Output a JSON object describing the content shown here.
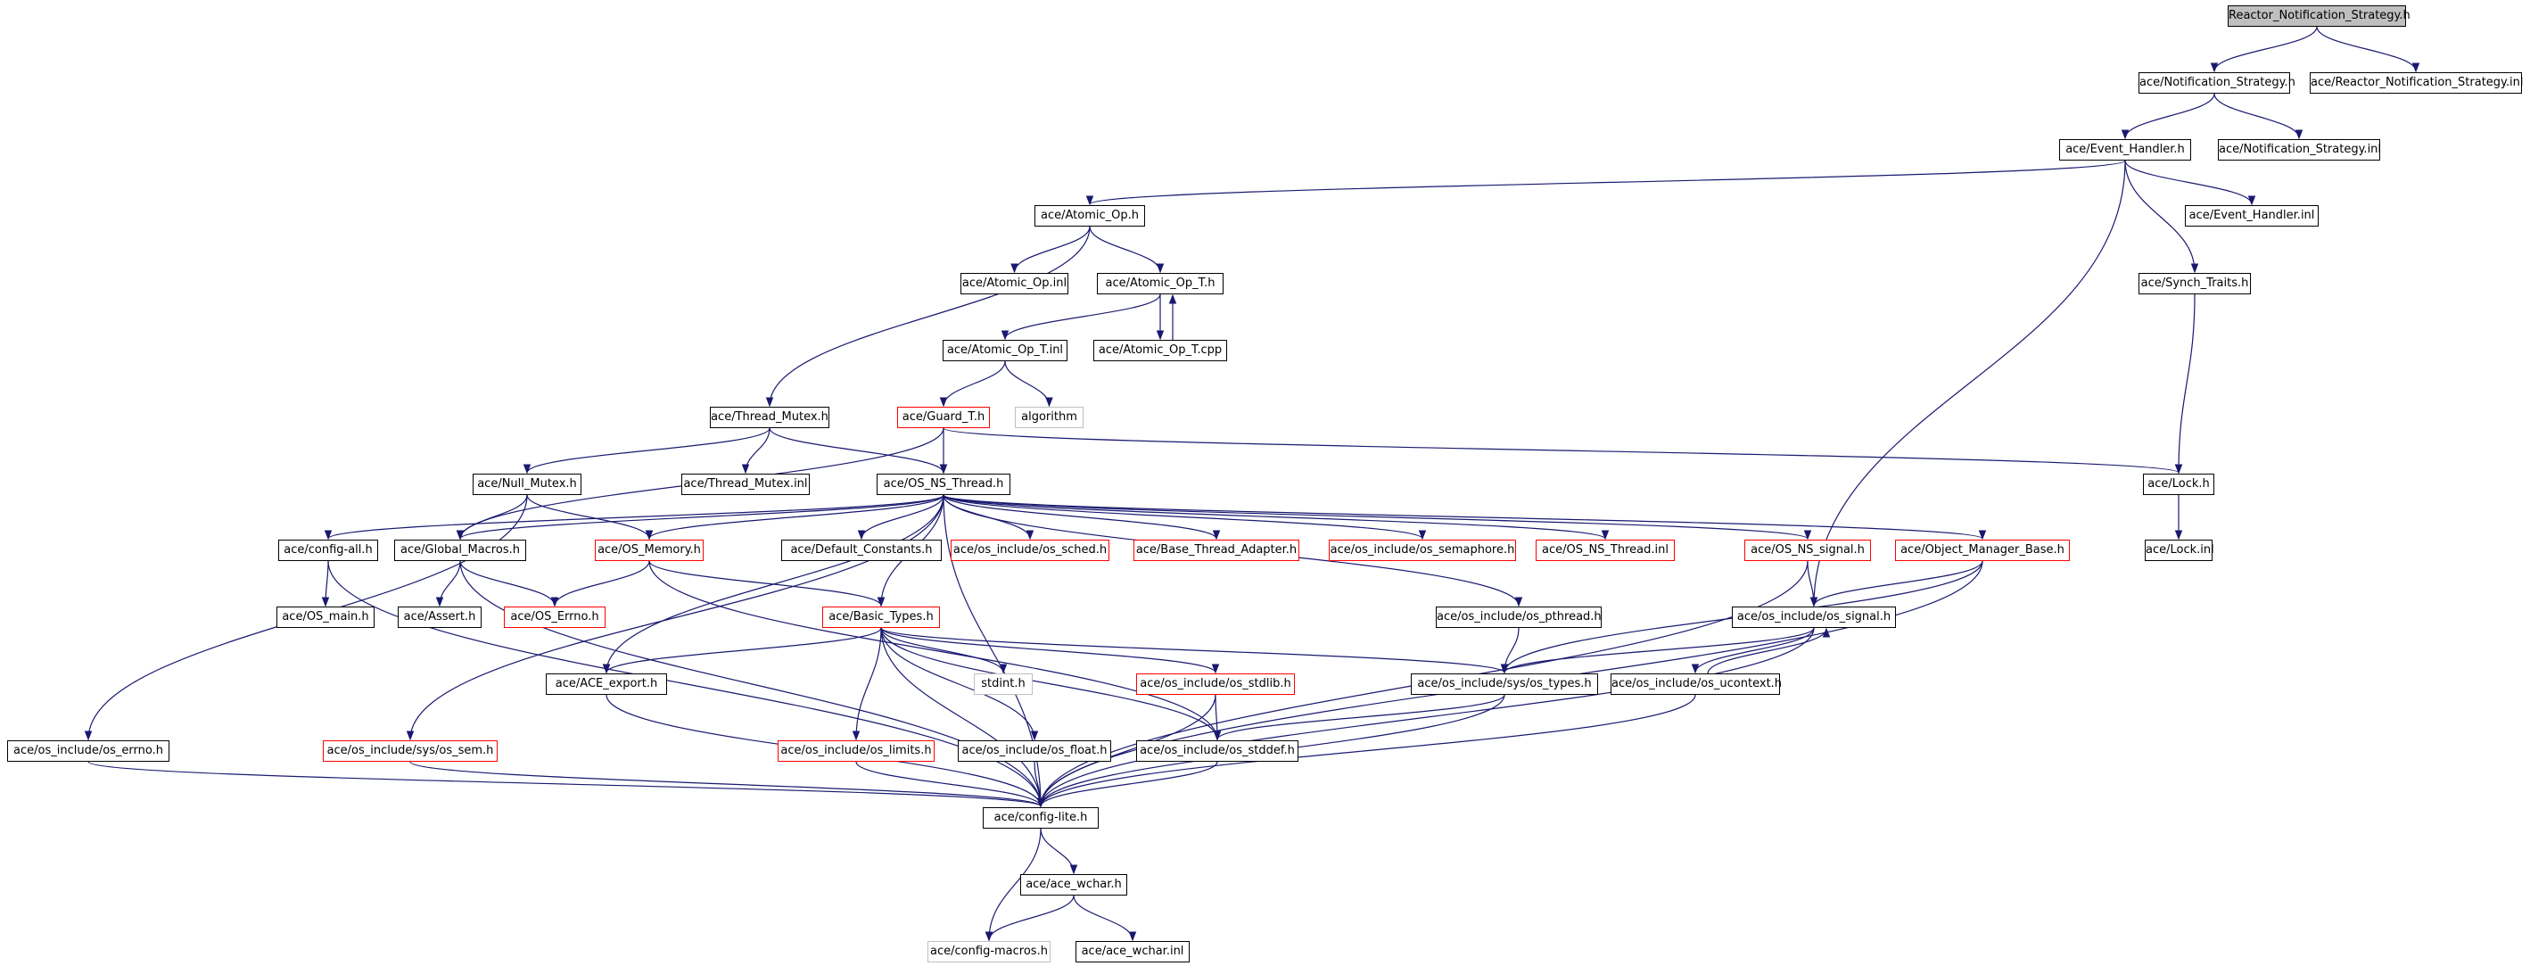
{
  "colors": {
    "edge": "#191970",
    "normal_border": "#000000",
    "truncated_border": "#ff0000",
    "system_border": "#bfbfbf",
    "root_fill": "#bfbfbf"
  },
  "nodes": [
    {
      "id": "root",
      "label": "Reactor_Notification_Strategy.h",
      "kind": "root"
    },
    {
      "id": "notif_h",
      "label": "ace/Notification_Strategy.h",
      "kind": "normal"
    },
    {
      "id": "rns_inl",
      "label": "ace/Reactor_Notification_Strategy.inl",
      "kind": "normal"
    },
    {
      "id": "evh",
      "label": "ace/Event_Handler.h",
      "kind": "normal"
    },
    {
      "id": "notif_inl",
      "label": "ace/Notification_Strategy.inl",
      "kind": "normal"
    },
    {
      "id": "atomic",
      "label": "ace/Atomic_Op.h",
      "kind": "normal"
    },
    {
      "id": "evh_inl",
      "label": "ace/Event_Handler.inl",
      "kind": "normal"
    },
    {
      "id": "atomic_inl",
      "label": "ace/Atomic_Op.inl",
      "kind": "normal"
    },
    {
      "id": "atomic_t",
      "label": "ace/Atomic_Op_T.h",
      "kind": "normal"
    },
    {
      "id": "synch",
      "label": "ace/Synch_Traits.h",
      "kind": "normal"
    },
    {
      "id": "atomic_t_inl",
      "label": "ace/Atomic_Op_T.inl",
      "kind": "normal"
    },
    {
      "id": "atomic_t_cpp",
      "label": "ace/Atomic_Op_T.cpp",
      "kind": "normal"
    },
    {
      "id": "thread_mutex",
      "label": "ace/Thread_Mutex.h",
      "kind": "normal"
    },
    {
      "id": "guard",
      "label": "ace/Guard_T.h",
      "kind": "red"
    },
    {
      "id": "algorithm",
      "label": "algorithm",
      "kind": "gray"
    },
    {
      "id": "null_mutex",
      "label": "ace/Null_Mutex.h",
      "kind": "normal"
    },
    {
      "id": "thread_mutex_inl",
      "label": "ace/Thread_Mutex.inl",
      "kind": "normal"
    },
    {
      "id": "os_ns_thread",
      "label": "ace/OS_NS_Thread.h",
      "kind": "normal"
    },
    {
      "id": "lock",
      "label": "ace/Lock.h",
      "kind": "normal"
    },
    {
      "id": "config_all",
      "label": "ace/config-all.h",
      "kind": "normal"
    },
    {
      "id": "global_macros",
      "label": "ace/Global_Macros.h",
      "kind": "normal"
    },
    {
      "id": "os_memory",
      "label": "ace/OS_Memory.h",
      "kind": "red"
    },
    {
      "id": "default_constants",
      "label": "ace/Default_Constants.h",
      "kind": "normal"
    },
    {
      "id": "os_sched",
      "label": "ace/os_include/os_sched.h",
      "kind": "red"
    },
    {
      "id": "base_thread_adapter",
      "label": "ace/Base_Thread_Adapter.h",
      "kind": "red"
    },
    {
      "id": "os_semaphore",
      "label": "ace/os_include/os_semaphore.h",
      "kind": "red"
    },
    {
      "id": "os_ns_thread_inl",
      "label": "ace/OS_NS_Thread.inl",
      "kind": "red"
    },
    {
      "id": "os_ns_signal",
      "label": "ace/OS_NS_signal.h",
      "kind": "red"
    },
    {
      "id": "object_manager_base",
      "label": "ace/Object_Manager_Base.h",
      "kind": "red"
    },
    {
      "id": "lock_inl",
      "label": "ace/Lock.inl",
      "kind": "normal"
    },
    {
      "id": "os_main",
      "label": "ace/OS_main.h",
      "kind": "normal"
    },
    {
      "id": "assert",
      "label": "ace/Assert.h",
      "kind": "normal"
    },
    {
      "id": "os_errno_ace",
      "label": "ace/OS_Errno.h",
      "kind": "red"
    },
    {
      "id": "basic_types",
      "label": "ace/Basic_Types.h",
      "kind": "red"
    },
    {
      "id": "os_pthread",
      "label": "ace/os_include/os_pthread.h",
      "kind": "normal"
    },
    {
      "id": "os_signal",
      "label": "ace/os_include/os_signal.h",
      "kind": "normal"
    },
    {
      "id": "ace_export",
      "label": "ace/ACE_export.h",
      "kind": "normal"
    },
    {
      "id": "stdint",
      "label": "stdint.h",
      "kind": "gray"
    },
    {
      "id": "os_stdlib",
      "label": "ace/os_include/os_stdlib.h",
      "kind": "red"
    },
    {
      "id": "sys_os_types",
      "label": "ace/os_include/sys/os_types.h",
      "kind": "normal"
    },
    {
      "id": "os_ucontext",
      "label": "ace/os_include/os_ucontext.h",
      "kind": "normal"
    },
    {
      "id": "os_errno_inc",
      "label": "ace/os_include/os_errno.h",
      "kind": "normal"
    },
    {
      "id": "sys_os_sem",
      "label": "ace/os_include/sys/os_sem.h",
      "kind": "red"
    },
    {
      "id": "os_limits",
      "label": "ace/os_include/os_limits.h",
      "kind": "red"
    },
    {
      "id": "os_float",
      "label": "ace/os_include/os_float.h",
      "kind": "normal"
    },
    {
      "id": "os_stddef",
      "label": "ace/os_include/os_stddef.h",
      "kind": "normal"
    },
    {
      "id": "config_lite",
      "label": "ace/config-lite.h",
      "kind": "normal"
    },
    {
      "id": "ace_wchar",
      "label": "ace/ace_wchar.h",
      "kind": "normal"
    },
    {
      "id": "config_macros",
      "label": "ace/config-macros.h",
      "kind": "gray"
    },
    {
      "id": "ace_wchar_inl",
      "label": "ace/ace_wchar.inl",
      "kind": "normal"
    }
  ],
  "edges": [
    [
      "root",
      "notif_h"
    ],
    [
      "root",
      "rns_inl"
    ],
    [
      "notif_h",
      "evh"
    ],
    [
      "notif_h",
      "notif_inl"
    ],
    [
      "evh",
      "atomic"
    ],
    [
      "evh",
      "evh_inl"
    ],
    [
      "evh",
      "synch"
    ],
    [
      "evh",
      "os_signal"
    ],
    [
      "atomic",
      "atomic_inl"
    ],
    [
      "atomic",
      "atomic_t"
    ],
    [
      "atomic",
      "thread_mutex"
    ],
    [
      "atomic_t",
      "atomic_t_inl"
    ],
    [
      "atomic_t",
      "atomic_t_cpp"
    ],
    [
      "atomic_t_cpp",
      "atomic_t"
    ],
    [
      "atomic_t_inl",
      "guard"
    ],
    [
      "atomic_t_inl",
      "algorithm"
    ],
    [
      "synch",
      "lock"
    ],
    [
      "thread_mutex",
      "null_mutex"
    ],
    [
      "thread_mutex",
      "thread_mutex_inl"
    ],
    [
      "thread_mutex",
      "os_ns_thread"
    ],
    [
      "guard",
      "os_ns_thread"
    ],
    [
      "guard",
      "lock"
    ],
    [
      "guard",
      "global_macros"
    ],
    [
      "null_mutex",
      "global_macros"
    ],
    [
      "null_mutex",
      "os_memory"
    ],
    [
      "null_mutex",
      "os_errno_inc"
    ],
    [
      "os_ns_thread",
      "config_all"
    ],
    [
      "os_ns_thread",
      "global_macros"
    ],
    [
      "os_ns_thread",
      "os_memory"
    ],
    [
      "os_ns_thread",
      "default_constants"
    ],
    [
      "os_ns_thread",
      "os_sched"
    ],
    [
      "os_ns_thread",
      "base_thread_adapter"
    ],
    [
      "os_ns_thread",
      "os_semaphore"
    ],
    [
      "os_ns_thread",
      "os_ns_thread_inl"
    ],
    [
      "os_ns_thread",
      "os_ns_signal"
    ],
    [
      "os_ns_thread",
      "object_manager_base"
    ],
    [
      "os_ns_thread",
      "basic_types"
    ],
    [
      "os_ns_thread",
      "os_pthread"
    ],
    [
      "os_ns_thread",
      "ace_export"
    ],
    [
      "os_ns_thread",
      "sys_os_sem"
    ],
    [
      "os_ns_thread",
      "config_lite"
    ],
    [
      "lock",
      "lock_inl"
    ],
    [
      "config_all",
      "os_main"
    ],
    [
      "config_all",
      "config_lite"
    ],
    [
      "global_macros",
      "assert"
    ],
    [
      "global_macros",
      "os_errno_ace"
    ],
    [
      "global_macros",
      "config_lite"
    ],
    [
      "os_memory",
      "os_errno_ace"
    ],
    [
      "os_memory",
      "basic_types"
    ],
    [
      "os_memory",
      "os_stddef"
    ],
    [
      "os_ns_signal",
      "os_signal"
    ],
    [
      "os_ns_signal",
      "config_lite"
    ],
    [
      "object_manager_base",
      "os_signal"
    ],
    [
      "object_manager_base",
      "sys_os_types"
    ],
    [
      "object_manager_base",
      "config_lite"
    ],
    [
      "basic_types",
      "ace_export"
    ],
    [
      "basic_types",
      "stdint"
    ],
    [
      "basic_types",
      "os_stdlib"
    ],
    [
      "basic_types",
      "sys_os_types"
    ],
    [
      "basic_types",
      "os_limits"
    ],
    [
      "basic_types",
      "os_float"
    ],
    [
      "basic_types",
      "os_stddef"
    ],
    [
      "basic_types",
      "config_lite"
    ],
    [
      "os_pthread",
      "sys_os_types"
    ],
    [
      "os_signal",
      "sys_os_types"
    ],
    [
      "os_signal",
      "os_ucontext"
    ],
    [
      "os_signal",
      "config_lite"
    ],
    [
      "os_ucontext",
      "os_signal"
    ],
    [
      "os_stdlib",
      "os_stddef"
    ],
    [
      "os_stdlib",
      "config_lite"
    ],
    [
      "sys_os_types",
      "os_stddef"
    ],
    [
      "sys_os_types",
      "config_lite"
    ],
    [
      "os_ucontext",
      "config_lite"
    ],
    [
      "ace_export",
      "config_lite"
    ],
    [
      "os_errno_inc",
      "config_lite"
    ],
    [
      "sys_os_sem",
      "config_lite"
    ],
    [
      "os_limits",
      "config_lite"
    ],
    [
      "os_float",
      "config_lite"
    ],
    [
      "os_stddef",
      "config_lite"
    ],
    [
      "config_lite",
      "ace_wchar"
    ],
    [
      "config_lite",
      "config_macros"
    ],
    [
      "ace_wchar",
      "config_macros"
    ],
    [
      "ace_wchar",
      "ace_wchar_inl"
    ]
  ]
}
